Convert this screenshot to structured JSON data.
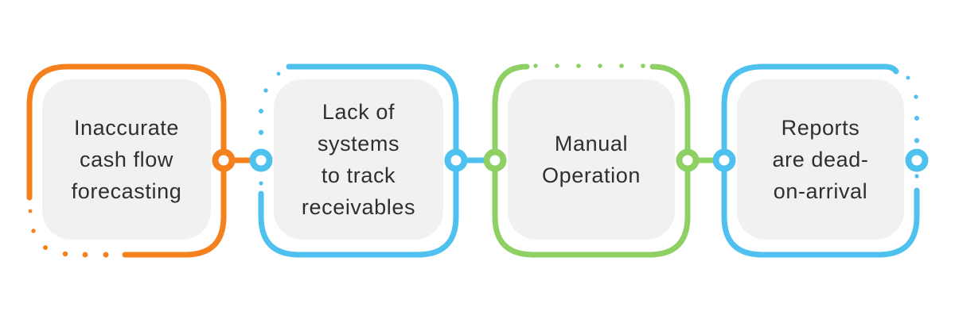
{
  "colors": {
    "orange": "#F5811E",
    "blue": "#4FC1EF",
    "green": "#8ED063",
    "box_fill": "#F1F1F1",
    "text": "#2F2F2F",
    "background": "#FFFFFF"
  },
  "diagram": {
    "type": "process-blocks",
    "boxes": [
      {
        "id": "box-1",
        "accent": "orange",
        "label": "Inaccurate\ncash flow\nforecasting"
      },
      {
        "id": "box-2",
        "accent": "blue",
        "label": "Lack of\nsystems\nto track\nreceivables"
      },
      {
        "id": "box-3",
        "accent": "green",
        "label": "Manual\nOperation"
      },
      {
        "id": "box-4",
        "accent": "blue",
        "label": "Reports\nare dead-\non-arrival"
      }
    ],
    "connectors": [
      {
        "from": "box-1",
        "to": "box-2",
        "color": "orange"
      },
      {
        "from": "box-2",
        "to": "box-3",
        "color": "blue"
      },
      {
        "from": "box-3",
        "to": "box-4",
        "color": "green"
      }
    ]
  }
}
